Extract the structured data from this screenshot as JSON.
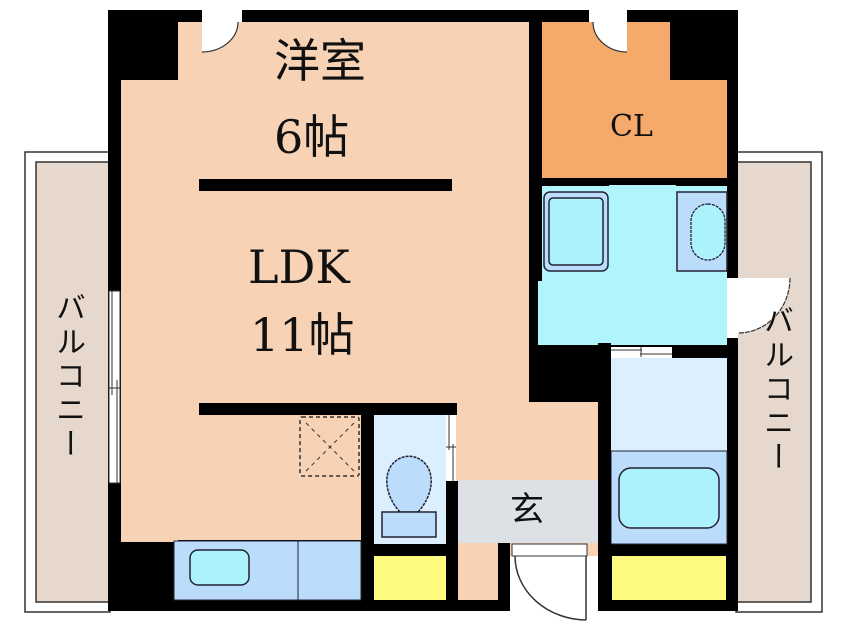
{
  "floorplan": {
    "rooms": {
      "western_room": {
        "name": "洋室",
        "size": "6帖"
      },
      "ldk": {
        "name": "LDK",
        "size": "11帖"
      },
      "closet": {
        "name": "CL"
      },
      "entrance": {
        "name": "玄"
      },
      "balcony_left": {
        "name": "バルコニー"
      },
      "balcony_right": {
        "name": "バルコニー"
      }
    },
    "colors": {
      "wall": "#000000",
      "living_floor": "#f7d2b4",
      "closet_floor": "#f5a96b",
      "washroom_floor": "#b0f4fc",
      "bath_floor": "#dcefff",
      "fixture_blue": "#bcdcfc",
      "fixture_cyan": "#acf2fc",
      "storage_yellow": "#fefc80",
      "entrance_floor": "#dde0e4",
      "balcony_floor": "#e6d8cc",
      "background": "#ffffff"
    }
  }
}
